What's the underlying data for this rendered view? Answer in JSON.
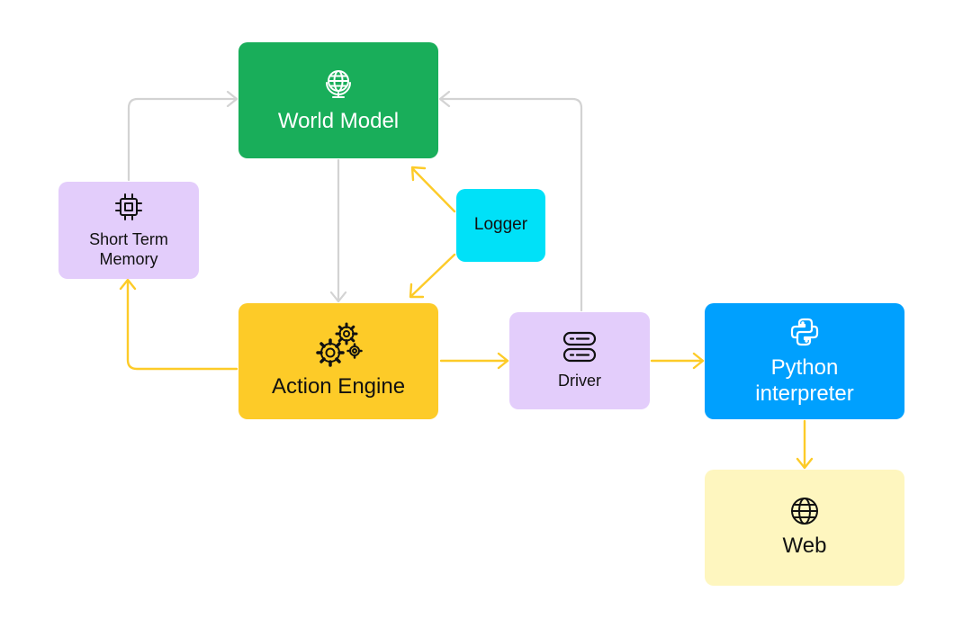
{
  "colors": {
    "world_model": "#19ae5a",
    "short_term_memory": "#e3cdfb",
    "logger": "#00e1f8",
    "action_engine": "#fdcb28",
    "driver": "#e3cdfb",
    "python_interpreter": "#00a0fe",
    "web": "#fef6bf",
    "edge_gray": "#d3d3d3",
    "edge_yellow": "#fdcb28"
  },
  "nodes": {
    "world_model": {
      "label": "World Model",
      "icon": "globe-stand-icon"
    },
    "short_term_memory": {
      "label": "Short Term\nMemory",
      "icon": "cpu-chip-icon"
    },
    "logger": {
      "label": "Logger"
    },
    "action_engine": {
      "label": "Action Engine",
      "icon": "gears-icon"
    },
    "driver": {
      "label": "Driver",
      "icon": "server-icon"
    },
    "python_interpreter": {
      "label": "Python\ninterpreter",
      "icon": "python-icon"
    },
    "web": {
      "label": "Web",
      "icon": "globe-icon"
    }
  },
  "edges": [
    {
      "from": "short_term_memory",
      "to": "world_model",
      "color": "gray"
    },
    {
      "from": "world_model",
      "to": "action_engine",
      "color": "gray"
    },
    {
      "from": "driver",
      "to": "world_model",
      "color": "gray"
    },
    {
      "from": "logger",
      "to": "world_model",
      "color": "yellow"
    },
    {
      "from": "logger",
      "to": "action_engine",
      "color": "yellow"
    },
    {
      "from": "action_engine",
      "to": "short_term_memory",
      "color": "yellow"
    },
    {
      "from": "action_engine",
      "to": "driver",
      "color": "yellow"
    },
    {
      "from": "driver",
      "to": "python_interpreter",
      "color": "yellow"
    },
    {
      "from": "python_interpreter",
      "to": "web",
      "color": "yellow"
    }
  ]
}
